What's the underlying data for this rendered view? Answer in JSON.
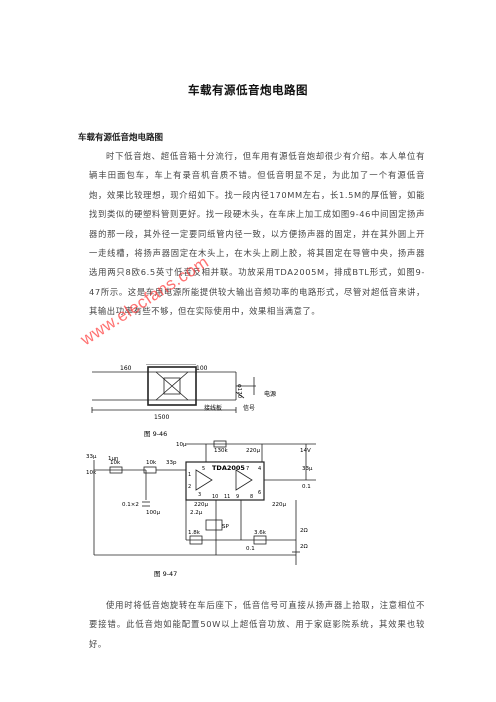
{
  "title": "车载有源低音炮电路图",
  "subheading": "车载有源低音炮电路图",
  "paragraph1": "时下低音炮、超低音箱十分流行，但车用有源低音炮却很少有介绍。本人单位有辆丰田面包车，车上有录音机音质不错。但低音明显不足，为此加了一个有源低音炮，效果比较理想，现介绍如下。找一段内径170MM左右，长1.5M的厚低管，如能找到类似的硬塑料管则更好。找一段硬木头，在车床上加工成如图9-46中间固定扬声器的那一段，其外径一定要同纸管内径一致，以方便扬声器的固定，并在其外圆上开一走线槽，将扬声器固定在木头上，在木头上刷上胶，将其固定在导管中央，扬声器选用两只8欧6.5英寸低音反相并联。功放采用TDA2005M，排成BTL形式，如图9-47所示。这是车用电源所能提供较大输出音频功率的电路形式，尽管对超低音来讲，其输出功率有些不够，但在实际使用中，效果相当满意了。",
  "paragraph2": "使用时将低音炮旋转在车后座下，低音信号可直接从扬声器上拾取，注意相位不要接错。此低音炮如能配置50W以上超低音功放、用于家庭影院系统，其效果也较好。",
  "watermark": "www.elecfans.com",
  "figure1": {
    "caption": "图  9-46",
    "dims": [
      "160",
      "100",
      "1500",
      "ϕ170"
    ],
    "labels": [
      "接线板",
      "信号",
      "电源"
    ]
  },
  "figure2": {
    "caption": "图  9-47",
    "chip": "TDA2005",
    "components": [
      "10μ",
      "33μ",
      "1μn",
      "10k",
      "10k",
      "10k",
      "33p",
      "130k",
      "220μ",
      "14V",
      "33μ",
      "0.1",
      "220μ",
      "2.2μ",
      "100μ",
      "1.8k",
      "3.6k",
      "SP",
      "220μ",
      "2Ω",
      "2Ω",
      "0.1",
      "0.1×2"
    ],
    "pins": [
      "1",
      "2",
      "3",
      "4",
      "5",
      "6",
      "7",
      "8",
      "9",
      "10",
      "11"
    ]
  }
}
